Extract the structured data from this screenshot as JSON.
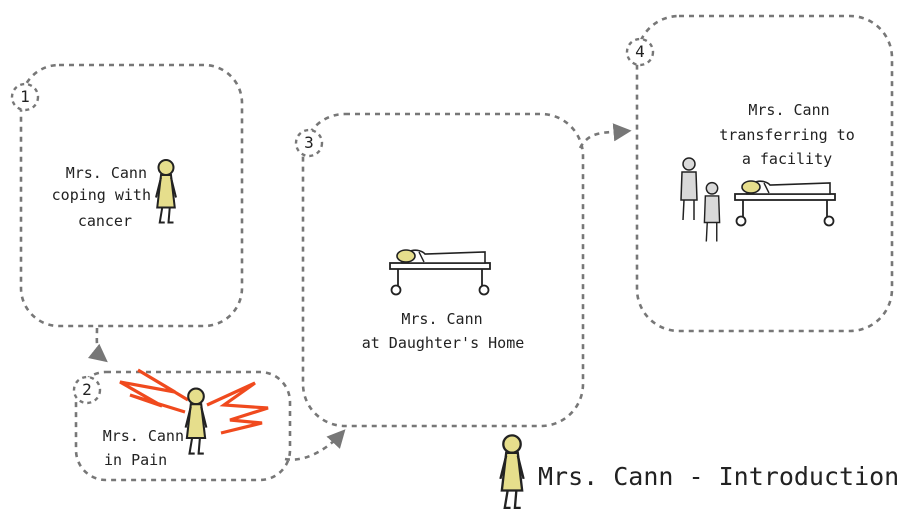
{
  "title": "Mrs. Cann - Introduction",
  "colors": {
    "dress": "#e6de8c",
    "pain": "#f04a1e",
    "stroke": "#222222",
    "dashed": "#777777",
    "staff": "#d9d9d9"
  },
  "steps": [
    {
      "number": "1",
      "lines": [
        "Mrs. Cann",
        "coping with",
        "cancer"
      ]
    },
    {
      "number": "2",
      "lines": [
        "Mrs. Cann",
        "in Pain"
      ]
    },
    {
      "number": "3",
      "lines": [
        "Mrs. Cann",
        "at Daughter's Home"
      ]
    },
    {
      "number": "4",
      "lines": [
        "Mrs. Cann",
        "transferring to",
        "a facility"
      ]
    }
  ]
}
